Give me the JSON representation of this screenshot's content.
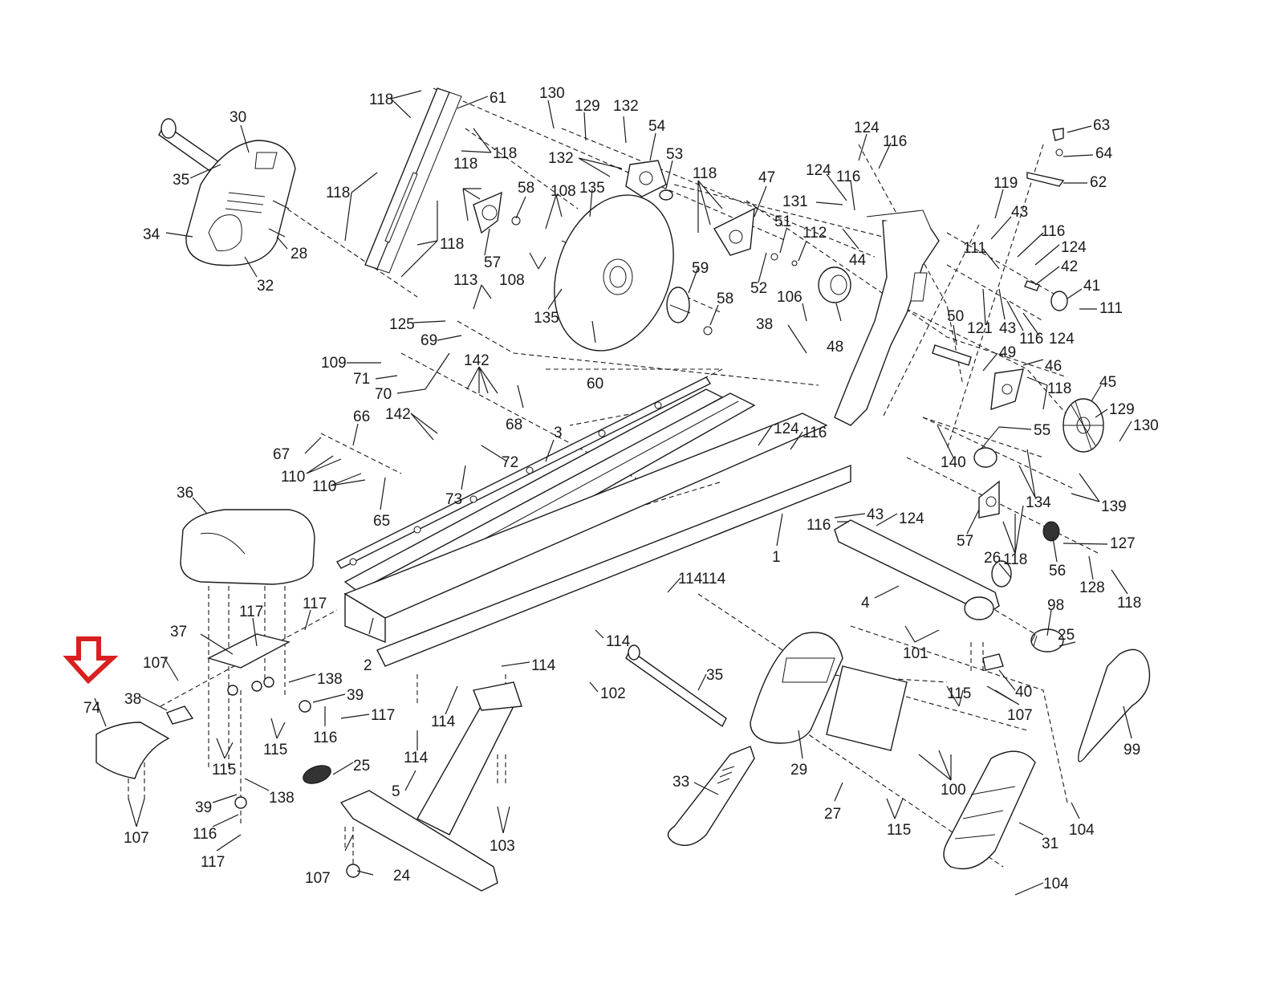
{
  "diagram": {
    "type": "exploded-parts-diagram",
    "subject": "rowing machine",
    "highlight": {
      "part": "74",
      "indicator": "down-arrow",
      "color": "#d92020"
    },
    "labels": [
      {
        "id": "l118a",
        "text": "118"
      },
      {
        "id": "l61",
        "text": "61"
      },
      {
        "id": "l118b",
        "text": "118"
      },
      {
        "id": "l30",
        "text": "30"
      },
      {
        "id": "l35a",
        "text": "35"
      },
      {
        "id": "l34",
        "text": "34"
      },
      {
        "id": "l28",
        "text": "28"
      },
      {
        "id": "l32",
        "text": "32"
      },
      {
        "id": "l118c",
        "text": "118"
      },
      {
        "id": "l118d",
        "text": "118"
      },
      {
        "id": "l118e",
        "text": "118"
      },
      {
        "id": "l57a",
        "text": "57"
      },
      {
        "id": "l58a",
        "text": "58"
      },
      {
        "id": "l130a",
        "text": "130"
      },
      {
        "id": "l129a",
        "text": "129"
      },
      {
        "id": "l132a",
        "text": "132"
      },
      {
        "id": "l54",
        "text": "54"
      },
      {
        "id": "l132b",
        "text": "132"
      },
      {
        "id": "l53",
        "text": "53"
      },
      {
        "id": "l108a",
        "text": "108"
      },
      {
        "id": "l135a",
        "text": "135"
      },
      {
        "id": "l108b",
        "text": "108"
      },
      {
        "id": "l118f",
        "text": "118"
      },
      {
        "id": "l47",
        "text": "47"
      },
      {
        "id": "l59",
        "text": "59"
      },
      {
        "id": "l58b",
        "text": "58"
      },
      {
        "id": "l135b",
        "text": "135"
      },
      {
        "id": "l60",
        "text": "60"
      },
      {
        "id": "l124a",
        "text": "124"
      },
      {
        "id": "l116a",
        "text": "116"
      },
      {
        "id": "l124b",
        "text": "124"
      },
      {
        "id": "l116b",
        "text": "116"
      },
      {
        "id": "l131",
        "text": "131"
      },
      {
        "id": "l51",
        "text": "51"
      },
      {
        "id": "l112",
        "text": "112"
      },
      {
        "id": "l44",
        "text": "44"
      },
      {
        "id": "l52",
        "text": "52"
      },
      {
        "id": "l106",
        "text": "106"
      },
      {
        "id": "l38a",
        "text": "38"
      },
      {
        "id": "l48",
        "text": "48"
      },
      {
        "id": "l63",
        "text": "63"
      },
      {
        "id": "l64",
        "text": "64"
      },
      {
        "id": "l62",
        "text": "62"
      },
      {
        "id": "l119",
        "text": "119"
      },
      {
        "id": "l43a",
        "text": "43"
      },
      {
        "id": "l116c",
        "text": "116"
      },
      {
        "id": "l124c",
        "text": "124"
      },
      {
        "id": "l111a",
        "text": "111"
      },
      {
        "id": "l42",
        "text": "42"
      },
      {
        "id": "l41",
        "text": "41"
      },
      {
        "id": "l111b",
        "text": "111"
      },
      {
        "id": "l121",
        "text": "121"
      },
      {
        "id": "l43b",
        "text": "43"
      },
      {
        "id": "l116d",
        "text": "116"
      },
      {
        "id": "l124d",
        "text": "124"
      },
      {
        "id": "l50",
        "text": "50"
      },
      {
        "id": "l49",
        "text": "49"
      },
      {
        "id": "l46",
        "text": "46"
      },
      {
        "id": "l118g",
        "text": "118"
      },
      {
        "id": "l45",
        "text": "45"
      },
      {
        "id": "l129b",
        "text": "129"
      },
      {
        "id": "l130b",
        "text": "130"
      },
      {
        "id": "l55",
        "text": "55"
      },
      {
        "id": "l140",
        "text": "140"
      },
      {
        "id": "l134",
        "text": "134"
      },
      {
        "id": "l139",
        "text": "139"
      },
      {
        "id": "l57b",
        "text": "57"
      },
      {
        "id": "l118h",
        "text": "118"
      },
      {
        "id": "l56",
        "text": "56"
      },
      {
        "id": "l127",
        "text": "127"
      },
      {
        "id": "l128",
        "text": "128"
      },
      {
        "id": "l118i",
        "text": "118"
      },
      {
        "id": "l26",
        "text": "26"
      },
      {
        "id": "l98",
        "text": "98"
      },
      {
        "id": "l25a",
        "text": "25"
      },
      {
        "id": "l40",
        "text": "40"
      },
      {
        "id": "l107a",
        "text": "107"
      },
      {
        "id": "l99",
        "text": "99"
      },
      {
        "id": "l113",
        "text": "113"
      },
      {
        "id": "l125",
        "text": "125"
      },
      {
        "id": "l69",
        "text": "69"
      },
      {
        "id": "l109",
        "text": "109"
      },
      {
        "id": "l71",
        "text": "71"
      },
      {
        "id": "l70",
        "text": "70"
      },
      {
        "id": "l142a",
        "text": "142"
      },
      {
        "id": "l68",
        "text": "68"
      },
      {
        "id": "l142b",
        "text": "142"
      },
      {
        "id": "l72",
        "text": "72"
      },
      {
        "id": "l73",
        "text": "73"
      },
      {
        "id": "l66",
        "text": "66"
      },
      {
        "id": "l67",
        "text": "67"
      },
      {
        "id": "l110a",
        "text": "110"
      },
      {
        "id": "l110b",
        "text": "110"
      },
      {
        "id": "l65",
        "text": "65"
      },
      {
        "id": "l3",
        "text": "3"
      },
      {
        "id": "l124e",
        "text": "124"
      },
      {
        "id": "l116e",
        "text": "116"
      },
      {
        "id": "l43c",
        "text": "43"
      },
      {
        "id": "l116f",
        "text": "116"
      },
      {
        "id": "l124f",
        "text": "124"
      },
      {
        "id": "l1",
        "text": "1"
      },
      {
        "id": "l4",
        "text": "4"
      },
      {
        "id": "l101",
        "text": "101"
      },
      {
        "id": "l36",
        "text": "36"
      },
      {
        "id": "l117a",
        "text": "117"
      },
      {
        "id": "l117b",
        "text": "117"
      },
      {
        "id": "l37",
        "text": "37"
      },
      {
        "id": "l2",
        "text": "2"
      },
      {
        "id": "l107b",
        "text": "107"
      },
      {
        "id": "l74",
        "text": "74"
      },
      {
        "id": "l38b",
        "text": "38"
      },
      {
        "id": "l138a",
        "text": "138"
      },
      {
        "id": "l39a",
        "text": "39"
      },
      {
        "id": "l117c",
        "text": "117"
      },
      {
        "id": "l115a",
        "text": "115"
      },
      {
        "id": "l116g",
        "text": "116"
      },
      {
        "id": "l115b",
        "text": "115"
      },
      {
        "id": "l138b",
        "text": "138"
      },
      {
        "id": "l39b",
        "text": "39"
      },
      {
        "id": "l116h",
        "text": "116"
      },
      {
        "id": "l117d",
        "text": "117"
      },
      {
        "id": "l107c",
        "text": "107"
      },
      {
        "id": "l114a",
        "text": "114"
      },
      {
        "id": "l114b",
        "text": "114"
      },
      {
        "id": "l114c",
        "text": "114"
      },
      {
        "id": "l114d",
        "text": "114"
      },
      {
        "id": "l114e",
        "text": "114"
      },
      {
        "id": "l114f",
        "text": "114"
      },
      {
        "id": "l102",
        "text": "102"
      },
      {
        "id": "l35b",
        "text": "35"
      },
      {
        "id": "l25b",
        "text": "25"
      },
      {
        "id": "l5",
        "text": "5"
      },
      {
        "id": "l107d",
        "text": "107"
      },
      {
        "id": "l24",
        "text": "24"
      },
      {
        "id": "l103",
        "text": "103"
      },
      {
        "id": "l33",
        "text": "33"
      },
      {
        "id": "l29",
        "text": "29"
      },
      {
        "id": "l27",
        "text": "27"
      },
      {
        "id": "l115c",
        "text": "115"
      },
      {
        "id": "l100",
        "text": "100"
      },
      {
        "id": "l115d",
        "text": "115"
      },
      {
        "id": "l31",
        "text": "31"
      },
      {
        "id": "l104a",
        "text": "104"
      },
      {
        "id": "l104b",
        "text": "104"
      }
    ]
  }
}
